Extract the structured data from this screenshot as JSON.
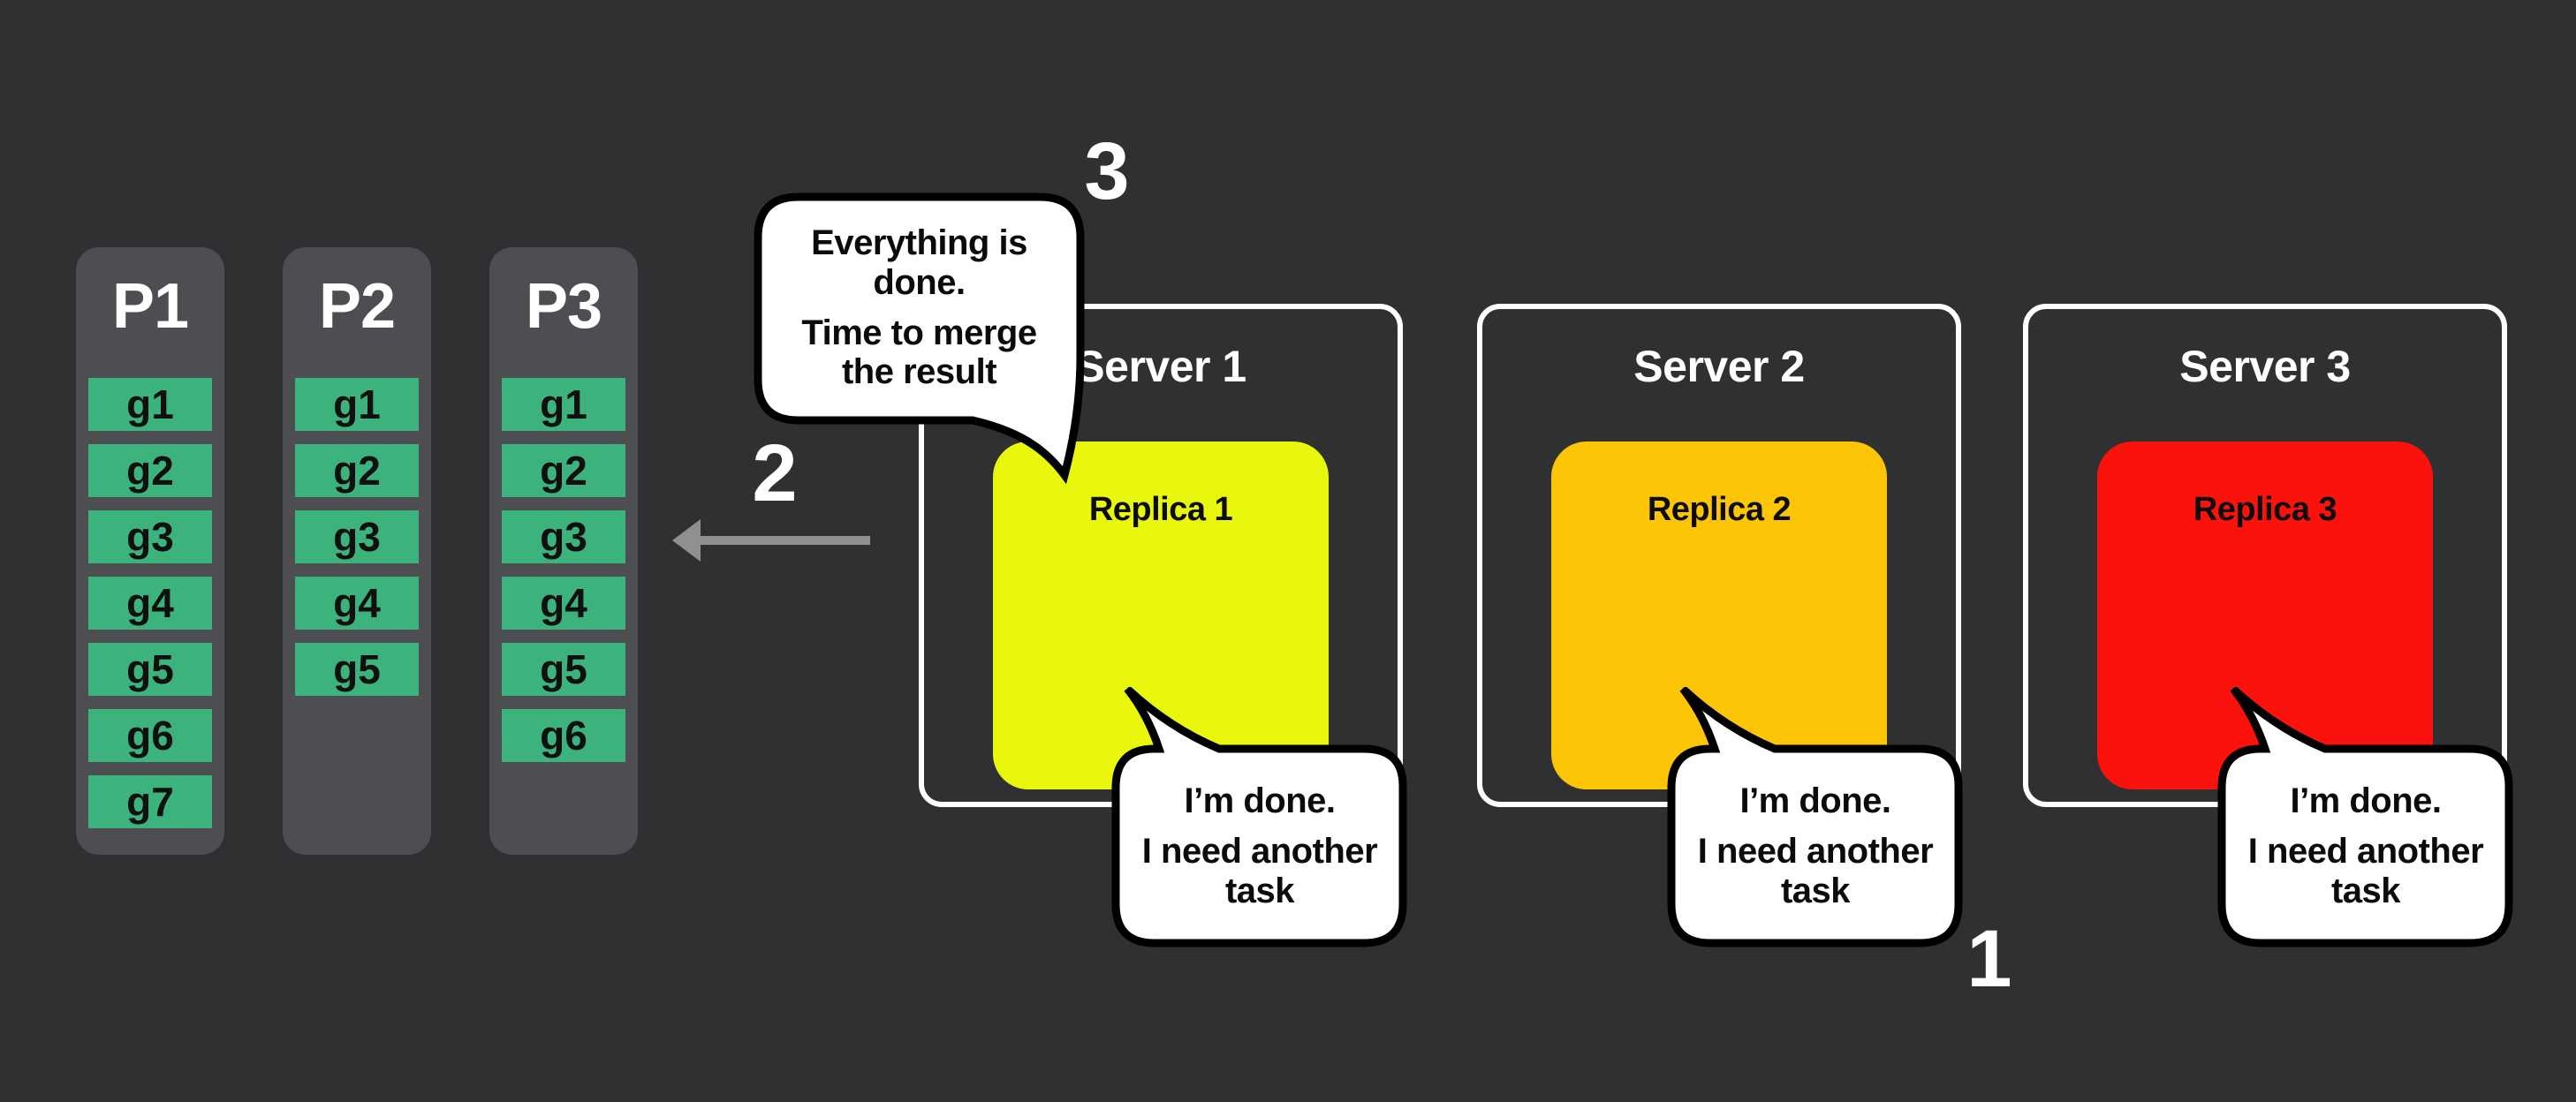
{
  "colors": {
    "background": "#2f3032",
    "column_bg": "#4d4e52",
    "cell_green": "#3cb37d",
    "replica_yellow": "#e9f70d",
    "replica_orange": "#fcc607",
    "replica_red": "#fb120c",
    "arrow_gray": "#909092",
    "bubble_fill": "#ffffff",
    "bubble_stroke": "#000000"
  },
  "partitions": {
    "cell_color": "#3cb37d",
    "columns": [
      {
        "label": "P1",
        "cells": [
          "g1",
          "g2",
          "g3",
          "g4",
          "g5",
          "g6",
          "g7"
        ]
      },
      {
        "label": "P2",
        "cells": [
          "g1",
          "g2",
          "g3",
          "g4",
          "g5"
        ]
      },
      {
        "label": "P3",
        "cells": [
          "g1",
          "g2",
          "g3",
          "g4",
          "g5",
          "g6"
        ]
      }
    ]
  },
  "steps": {
    "one": "1",
    "two": "2",
    "three": "3"
  },
  "merge_bubble": {
    "p1": "Everything is done.",
    "p2": "Time to merge the result"
  },
  "servers": [
    {
      "name": "Server 1",
      "replica_label": "Replica 1",
      "replica_color": "#e9f70d",
      "done_bubble": {
        "p1": "I’m done.",
        "p2": "I need another task"
      }
    },
    {
      "name": "Server 2",
      "replica_label": "Replica 2",
      "replica_color": "#fcc607",
      "done_bubble": {
        "p1": "I’m done.",
        "p2": "I need another task"
      }
    },
    {
      "name": "Server 3",
      "replica_label": "Replica 3",
      "replica_color": "#fb120c",
      "done_bubble": {
        "p1": "I’m done.",
        "p2": "I need another task"
      }
    }
  ]
}
